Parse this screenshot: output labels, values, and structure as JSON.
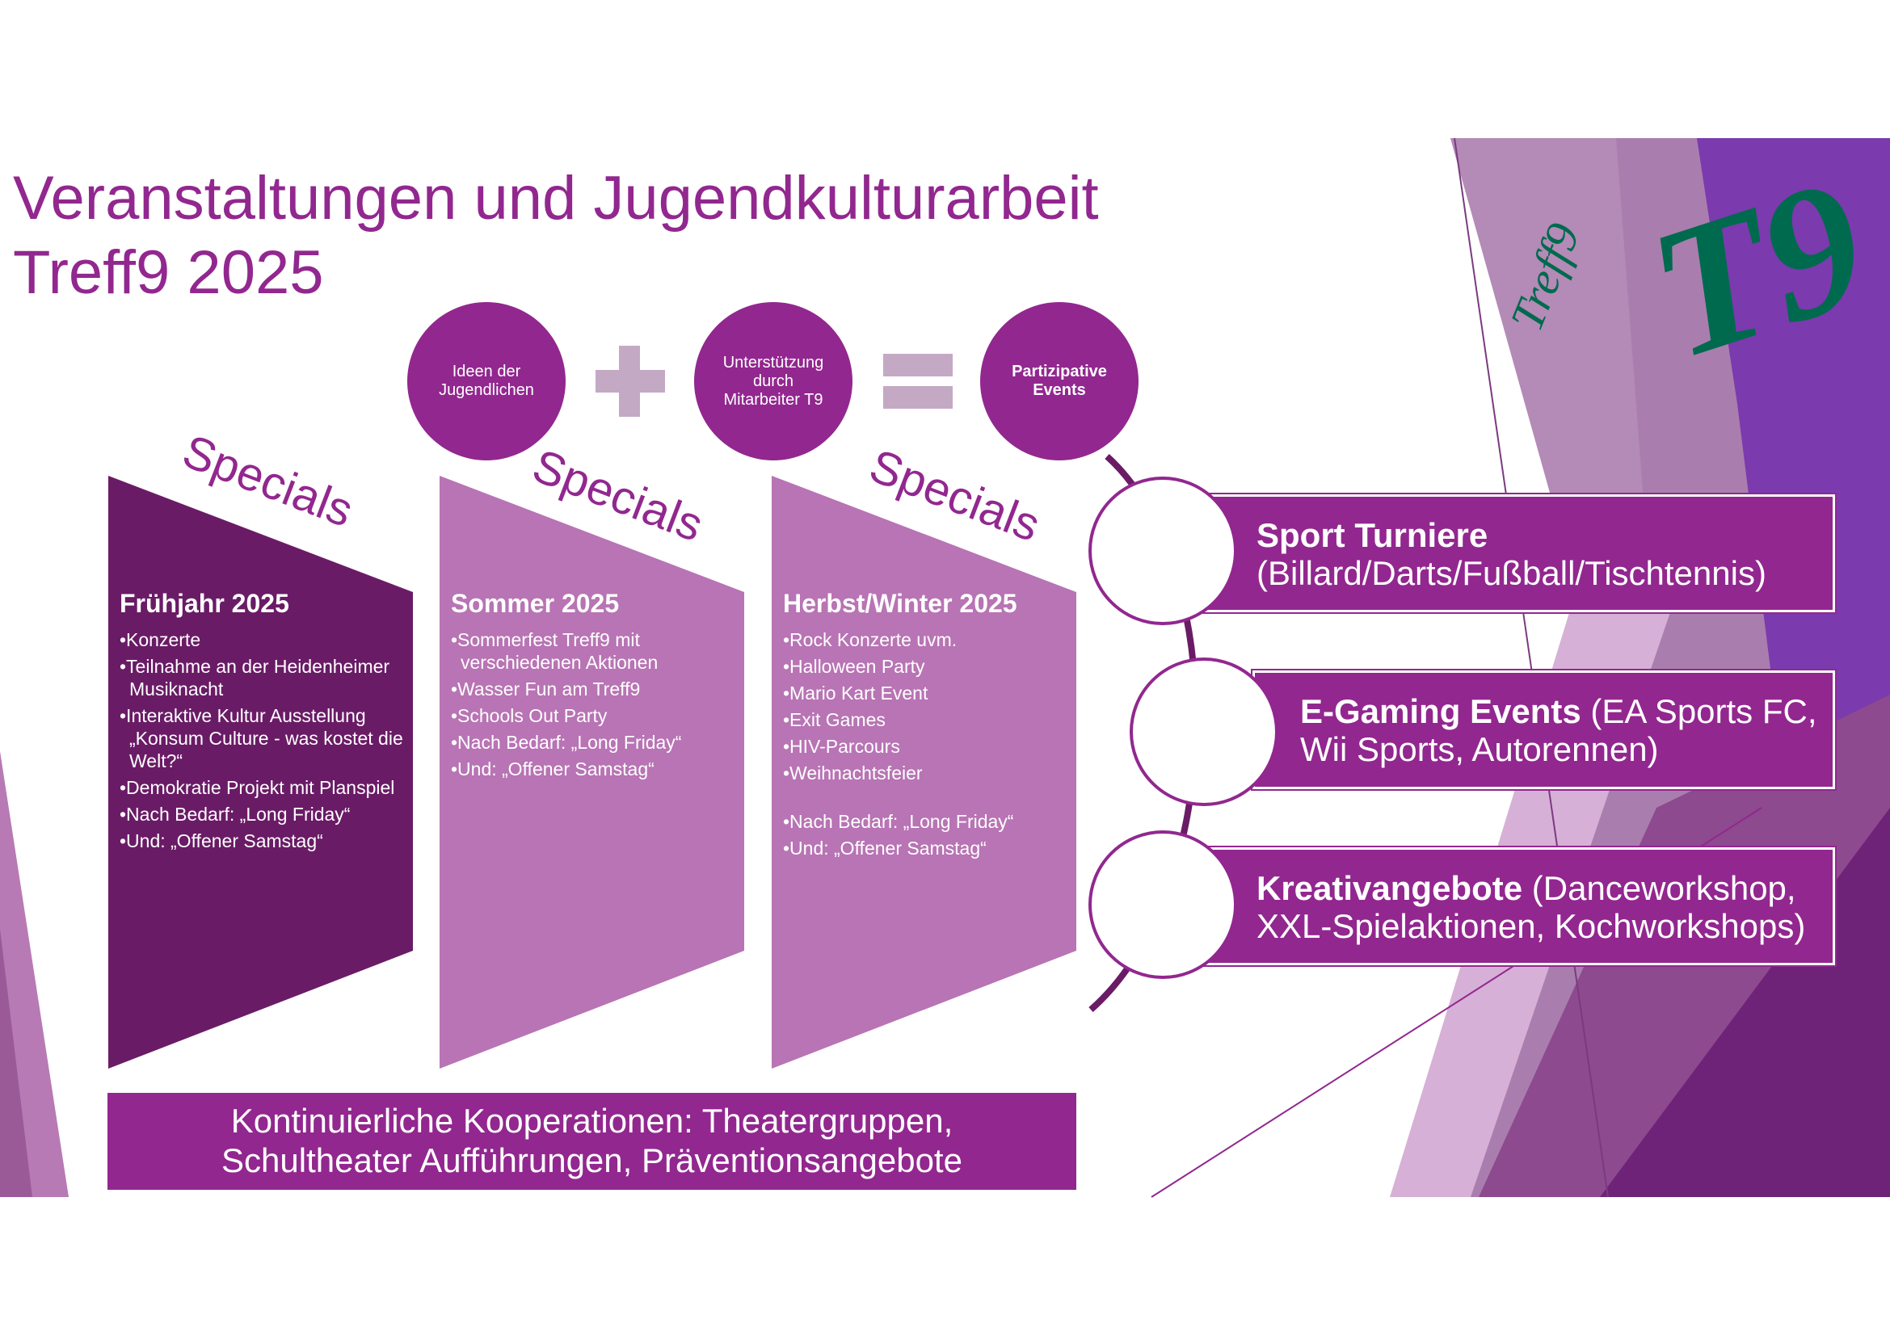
{
  "title": {
    "line1": "Veranstaltungen und Jugendkulturarbeit",
    "line2": "Treff9 2025"
  },
  "formula": {
    "circle1": "Ideen der Jugendlichen",
    "circle2": "Unterstützung durch Mitarbeiter T9",
    "circle3": "Partizipative Events",
    "operator1": "plus",
    "operator2": "equals"
  },
  "specials_label": "Specials",
  "columns": [
    {
      "heading": "Frühjahr 2025",
      "items": [
        "•Konzerte",
        "•Teilnahme an der Heidenheimer Musiknacht",
        "•Interaktive Kultur Ausstellung „Konsum Culture - was kostet die Welt?“",
        "•Demokratie Projekt mit Planspiel",
        "•Nach Bedarf: „Long Friday“",
        "•Und: „Offener Samstag“"
      ]
    },
    {
      "heading": "Sommer 2025",
      "items": [
        "•Sommerfest Treff9 mit verschiedenen Aktionen",
        "•Wasser Fun am Treff9",
        "•Schools Out Party",
        "•Nach Bedarf: „Long Friday“",
        "•Und: „Offener Samstag“"
      ]
    },
    {
      "heading": "Herbst/Winter 2025",
      "items": [
        "•Rock Konzerte uvm.",
        "•Halloween Party",
        "•Mario Kart Event",
        "•Exit Games",
        "•HIV-Parcours",
        "•Weihnachtsfeier",
        "•Nach Bedarf: „Long Friday“",
        "•Und: „Offener Samstag“"
      ]
    }
  ],
  "bottom_bar": {
    "line1": "Kontinuierliche Kooperationen: Theatergruppen,",
    "line2": "Schultheater Aufführungen, Präventionsangebote"
  },
  "events": [
    {
      "bold": "Sport Turniere",
      "rest": "(Billard/Darts/Fußball/Tischtennis)"
    },
    {
      "bold": "E-Gaming Events",
      "rest": " (EA Sports FC, Wii Sports, Autorennen)"
    },
    {
      "bold": "Kreativangebote",
      "rest": " (Danceworkshop, XXL-Spielaktionen, Kochworkshops)"
    }
  ],
  "logo": {
    "mark": "T9",
    "script": "Treff9"
  },
  "colors": {
    "primary": "#92278f",
    "dark": "#6a1b66",
    "light": "#b874b4",
    "operator": "#c4a9c4",
    "logo_green": "#006a4e"
  }
}
